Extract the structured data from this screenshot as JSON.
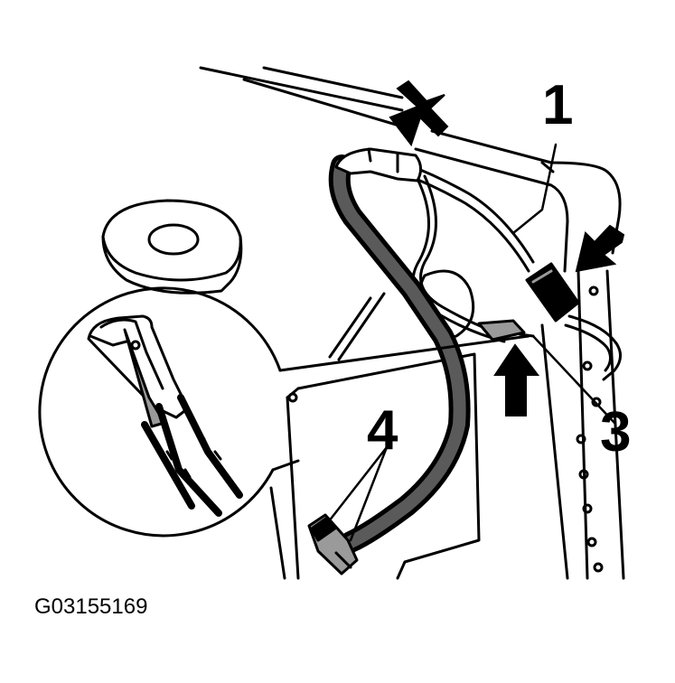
{
  "callouts": {
    "one": "1",
    "three": "3",
    "four": "4"
  },
  "figure_id": "G03155169",
  "icons": [
    "arrow-icon",
    "mounting-hole-icon",
    "connector-icon"
  ],
  "colors": {
    "line": "#000000",
    "fill_gray": "#9a9a9a",
    "background": "#ffffff"
  }
}
